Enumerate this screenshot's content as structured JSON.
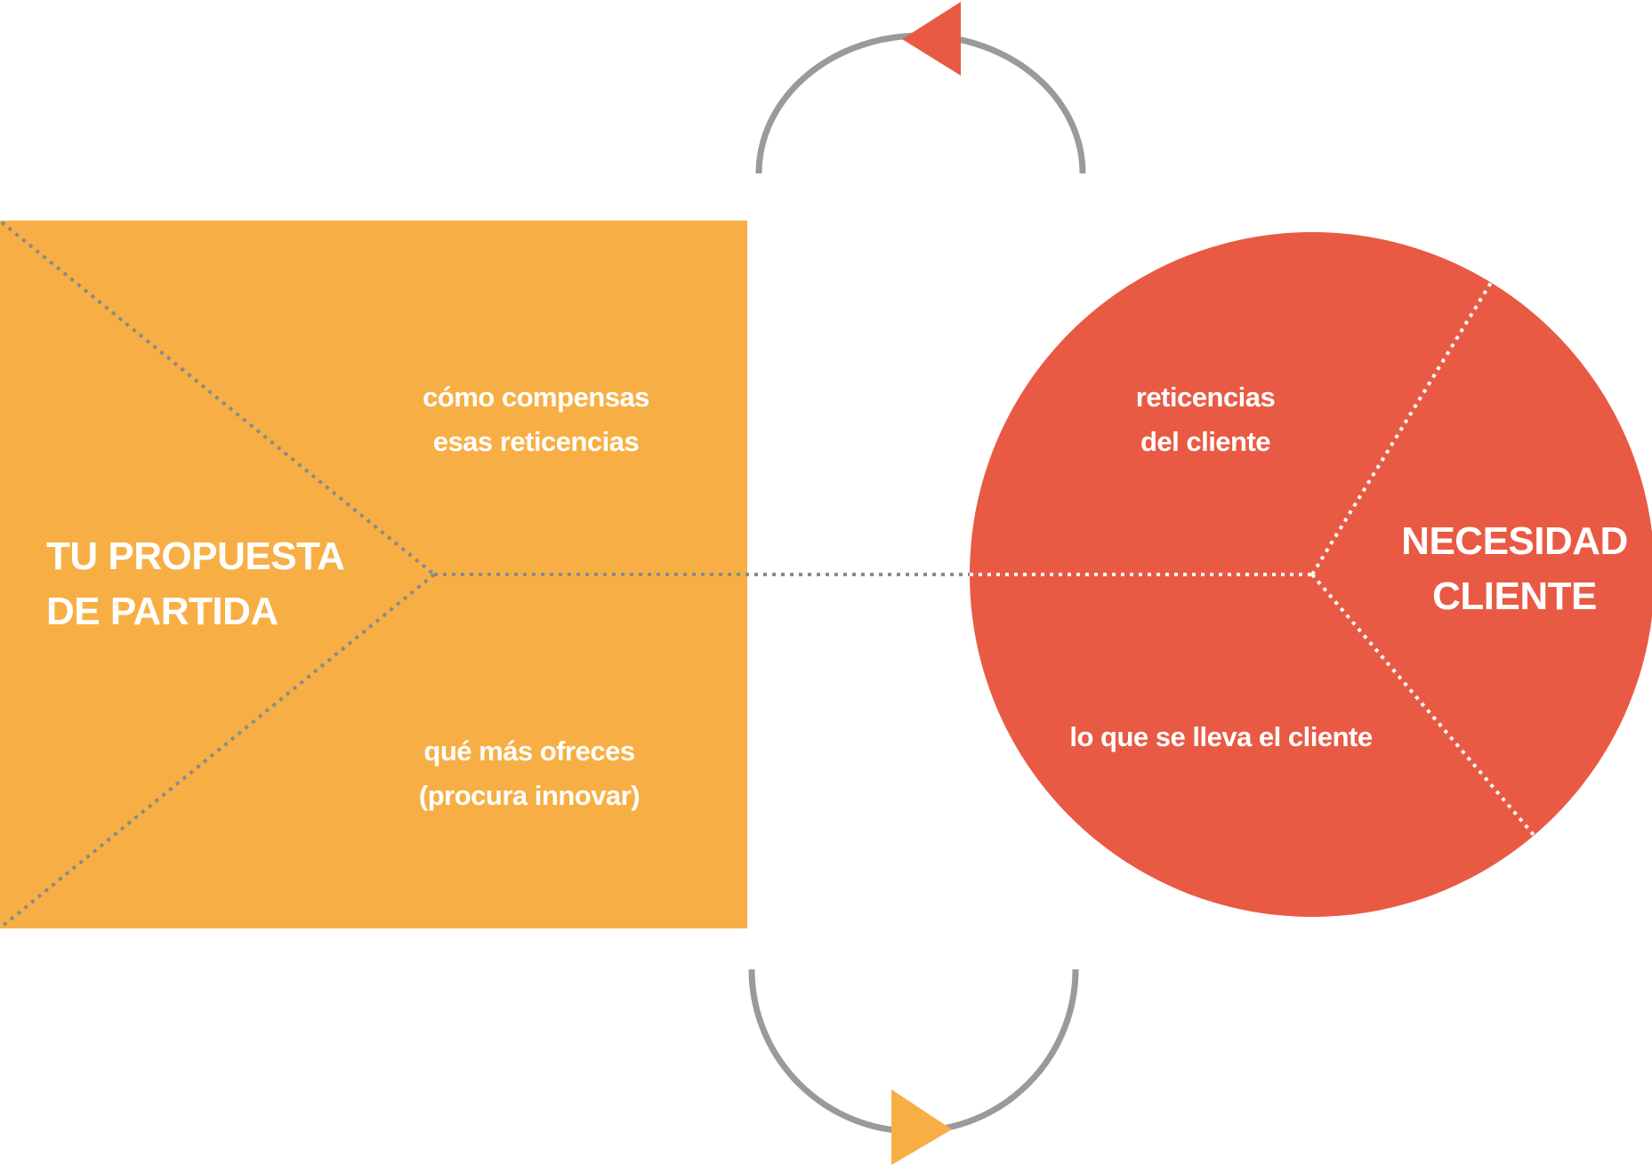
{
  "proposal": {
    "title_line1": "TU PROPUESTA",
    "title_line2": "DE PARTIDA",
    "compensation_line1": "cómo compensas",
    "compensation_line2": "esas reticencias",
    "offer_line1": "qué más ofreces",
    "offer_line2": "(procura innovar)",
    "color": "#F7AF45"
  },
  "need": {
    "title_line1": "NECESIDAD",
    "title_line2": "CLIENTE",
    "reticence_line1": "reticencias",
    "reticence_line2": "del cliente",
    "takeaway": "lo que se lleva el cliente",
    "color": "#E95A44"
  },
  "connector": {
    "line_color": "#8A8A8A",
    "top_arrow_color": "#E95A44",
    "bottom_arrow_color": "#F7AF45"
  }
}
